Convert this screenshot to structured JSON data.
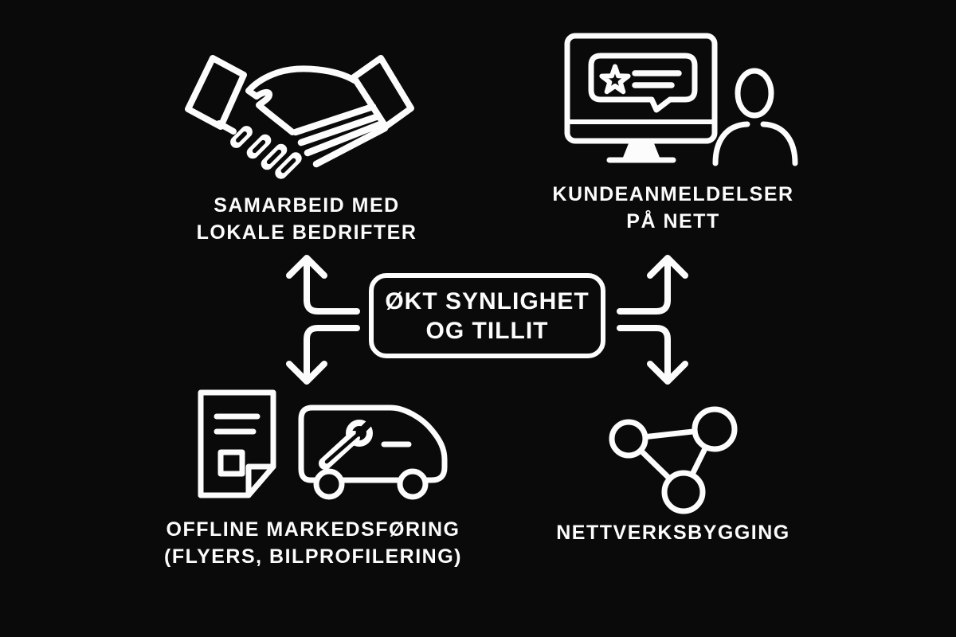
{
  "colors": {
    "background": "#0a0a0a",
    "foreground": "#fcfcfc"
  },
  "center_node": {
    "line1": "ØKT SYNLIGHET",
    "line2": "OG TILLIT"
  },
  "nodes": {
    "top_left": {
      "icon": "handshake-icon",
      "label_line1": "SAMARBEID MED",
      "label_line2": "LOKALE BEDRIFTER"
    },
    "top_right": {
      "icon": "online-review-monitor-person-icon",
      "label_line1": "KUNDEANMELDELSER",
      "label_line2": "PÅ NETT"
    },
    "bottom_left": {
      "icon": "flyer-service-van-icon",
      "label_line1": "OFFLINE MARKEDSFØRING",
      "label_line2": "(FLYERS, BILPROFILERING)"
    },
    "bottom_right": {
      "icon": "network-nodes-icon",
      "label_line1": "NETTVERKSBYGGING",
      "label_line2": ""
    }
  },
  "arrows": {
    "count": 4,
    "directions": [
      "up-left",
      "down-left",
      "up-right",
      "down-right"
    ]
  }
}
